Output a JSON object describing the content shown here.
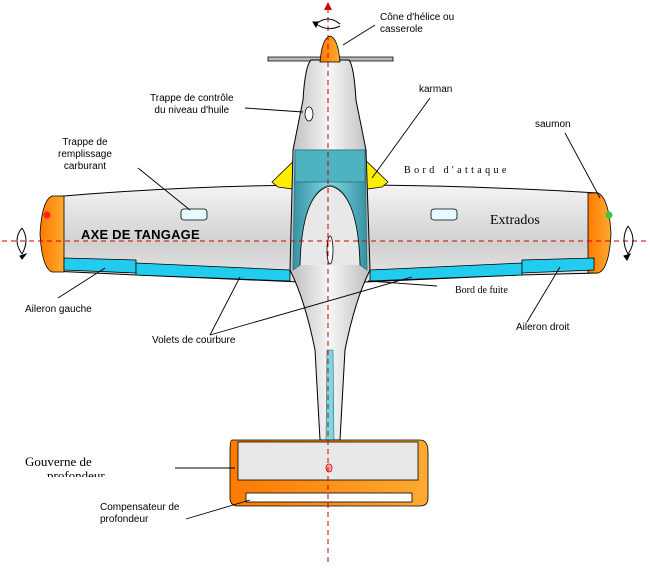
{
  "labels": {
    "cone": [
      "Cône d'hélice ou",
      "casserole"
    ],
    "trappe_huile": [
      "Trappe de contrôle",
      "du niveau d'huile"
    ],
    "karman": "karman",
    "trappe_carburant": [
      "Trappe de",
      "remplissage",
      "carburant"
    ],
    "saumon": "saumon",
    "bord_attaque": "Bord d'attaque",
    "extrados": "Extrados",
    "axe_tangage": "AXE DE TANGAGE",
    "aileron_gauche": "Aileron gauche",
    "bord_fuite": "Bord de fuite",
    "aileron_droit": "Aileron droit",
    "volets": "Volets de courbure",
    "gouverne": [
      "Gouverne de",
      "profondeur"
    ],
    "compensateur": [
      "Compensateur de",
      "profondeur"
    ]
  },
  "colors": {
    "fuselage": "#e8e8e8",
    "outline": "#000000",
    "tip_orange": "#ff8800",
    "aileron_cyan": "#22ccee",
    "karman_yellow": "#ffee00",
    "canopy_teal": "#3fa9b8",
    "axis_red": "#cc0000",
    "nav_red": "#ff2222",
    "nav_green": "#33cc33"
  }
}
